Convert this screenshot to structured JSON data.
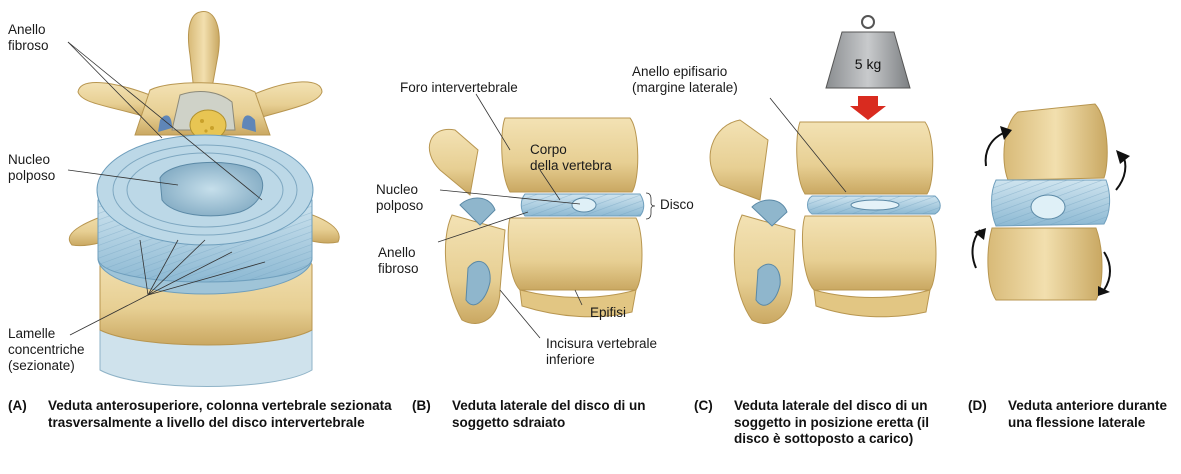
{
  "panelA": {
    "labels": {
      "anello_fibroso": "Anello\nfibroso",
      "nucleo_polposo": "Nucleo\npolposo",
      "lamelle": "Lamelle\nconcentriche\n(sezionate)"
    },
    "caption_letter": "(A)",
    "caption": "Veduta anterosuperiore, colonna vertebrale sezionata trasversalmente a livello del disco intervertebrale"
  },
  "panelB": {
    "labels": {
      "foro": "Foro intervertebrale",
      "corpo": "Corpo\ndella vertebra",
      "nucleo_polposo": "Nucleo\npolposo",
      "disco": "Disco",
      "anello_fibroso": "Anello\nfibroso",
      "epifisi": "Epifisi",
      "incisura": "Incisura vertebrale\ninferiore"
    },
    "caption_letter": "(B)",
    "caption": "Veduta laterale del disco di un soggetto sdraiato"
  },
  "panelC": {
    "labels": {
      "anello_epifisario": "Anello epifisario\n(margine laterale)",
      "weight": "5 kg"
    },
    "caption_letter": "(C)",
    "caption": "Veduta laterale del disco di un soggetto in posizione eretta (il disco è sottoposto a carico)"
  },
  "panelD": {
    "caption_letter": "(D)",
    "caption": "Veduta anteriore durante una flessione laterale"
  },
  "colors": {
    "bone": "#e9d39a",
    "bone_shadow": "#c9a862",
    "disc": "#a9cce0",
    "disc_dark": "#6f9fbd",
    "nucleus": "#8fb6cc",
    "arrow_red": "#d92b1f"
  }
}
